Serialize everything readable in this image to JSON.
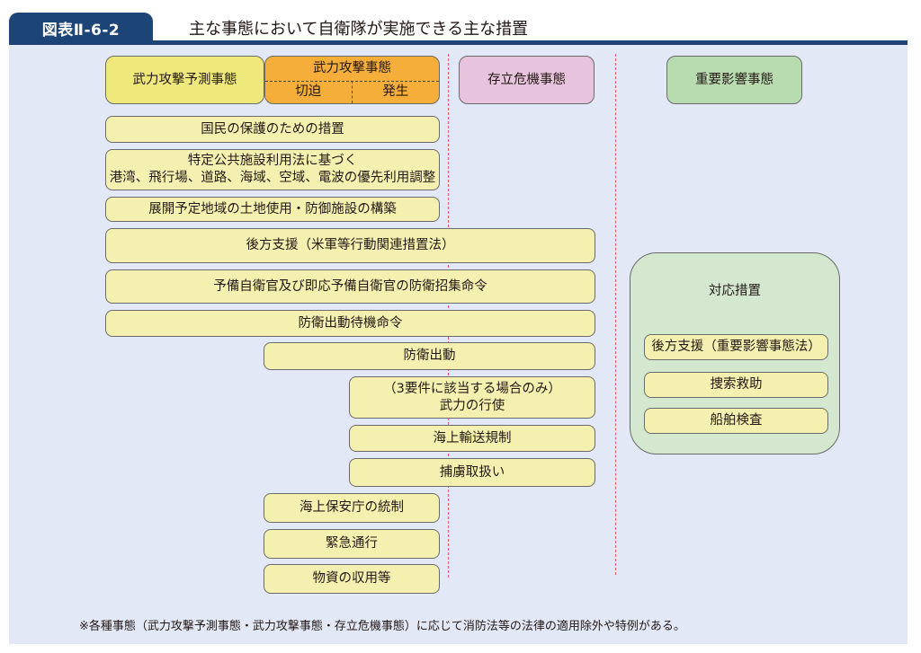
{
  "header": {
    "figure_number": "図表Ⅱ-6-2",
    "title": "主な事態において自衛隊が実施できる主な措置"
  },
  "columns": {
    "predicted": "武力攻撃予測事態",
    "armed_attack": {
      "label": "武力攻撃事態",
      "imminent": "切迫",
      "occurred": "発生"
    },
    "survival_threat": "存立危機事態",
    "important_influence": "重要影響事態"
  },
  "measures": {
    "m1": "国民の保護のための措置",
    "m2_line1": "特定公共施設利用法に基づく",
    "m2_line2": "港湾、飛行場、道路、海域、空域、電波の優先利用調整",
    "m3": "展開予定地域の土地使用・防御施設の構築",
    "m4": "後方支援（米軍等行動関連措置法）",
    "m5": "予備自衛官及び即応予備自衛官の防衛招集命令",
    "m6": "防衛出動待機命令",
    "m7": "防衛出動",
    "m8_line1": "（3要件に該当する場合のみ）",
    "m8_line2": "武力の行使",
    "m9": "海上輸送規制",
    "m10": "捕虜取扱い",
    "m11": "海上保安庁の統制",
    "m12": "緊急通行",
    "m13": "物資の収用等"
  },
  "response_group": {
    "title": "対応措置",
    "items": [
      "後方支援（重要影響事態法）",
      "捜索救助",
      "船舶検査"
    ]
  },
  "footnote": "※各種事態（武力攻撃予測事態・武力攻撃事態・存立危機事態）に応じて消防法等の法律の適用除外や特例がある。",
  "colors": {
    "header_navy": "#1d4477",
    "panel_bg": "#e2e8f6",
    "measure_yellow": "#f4f1b0",
    "predicted_yellow": "#efe87a",
    "armed_orange": "#f4ae39",
    "survival_pink": "#e7c3dd",
    "influence_green": "#b9dbb0",
    "group_green": "#d3e8cf",
    "divider_red": "#e35a68"
  }
}
